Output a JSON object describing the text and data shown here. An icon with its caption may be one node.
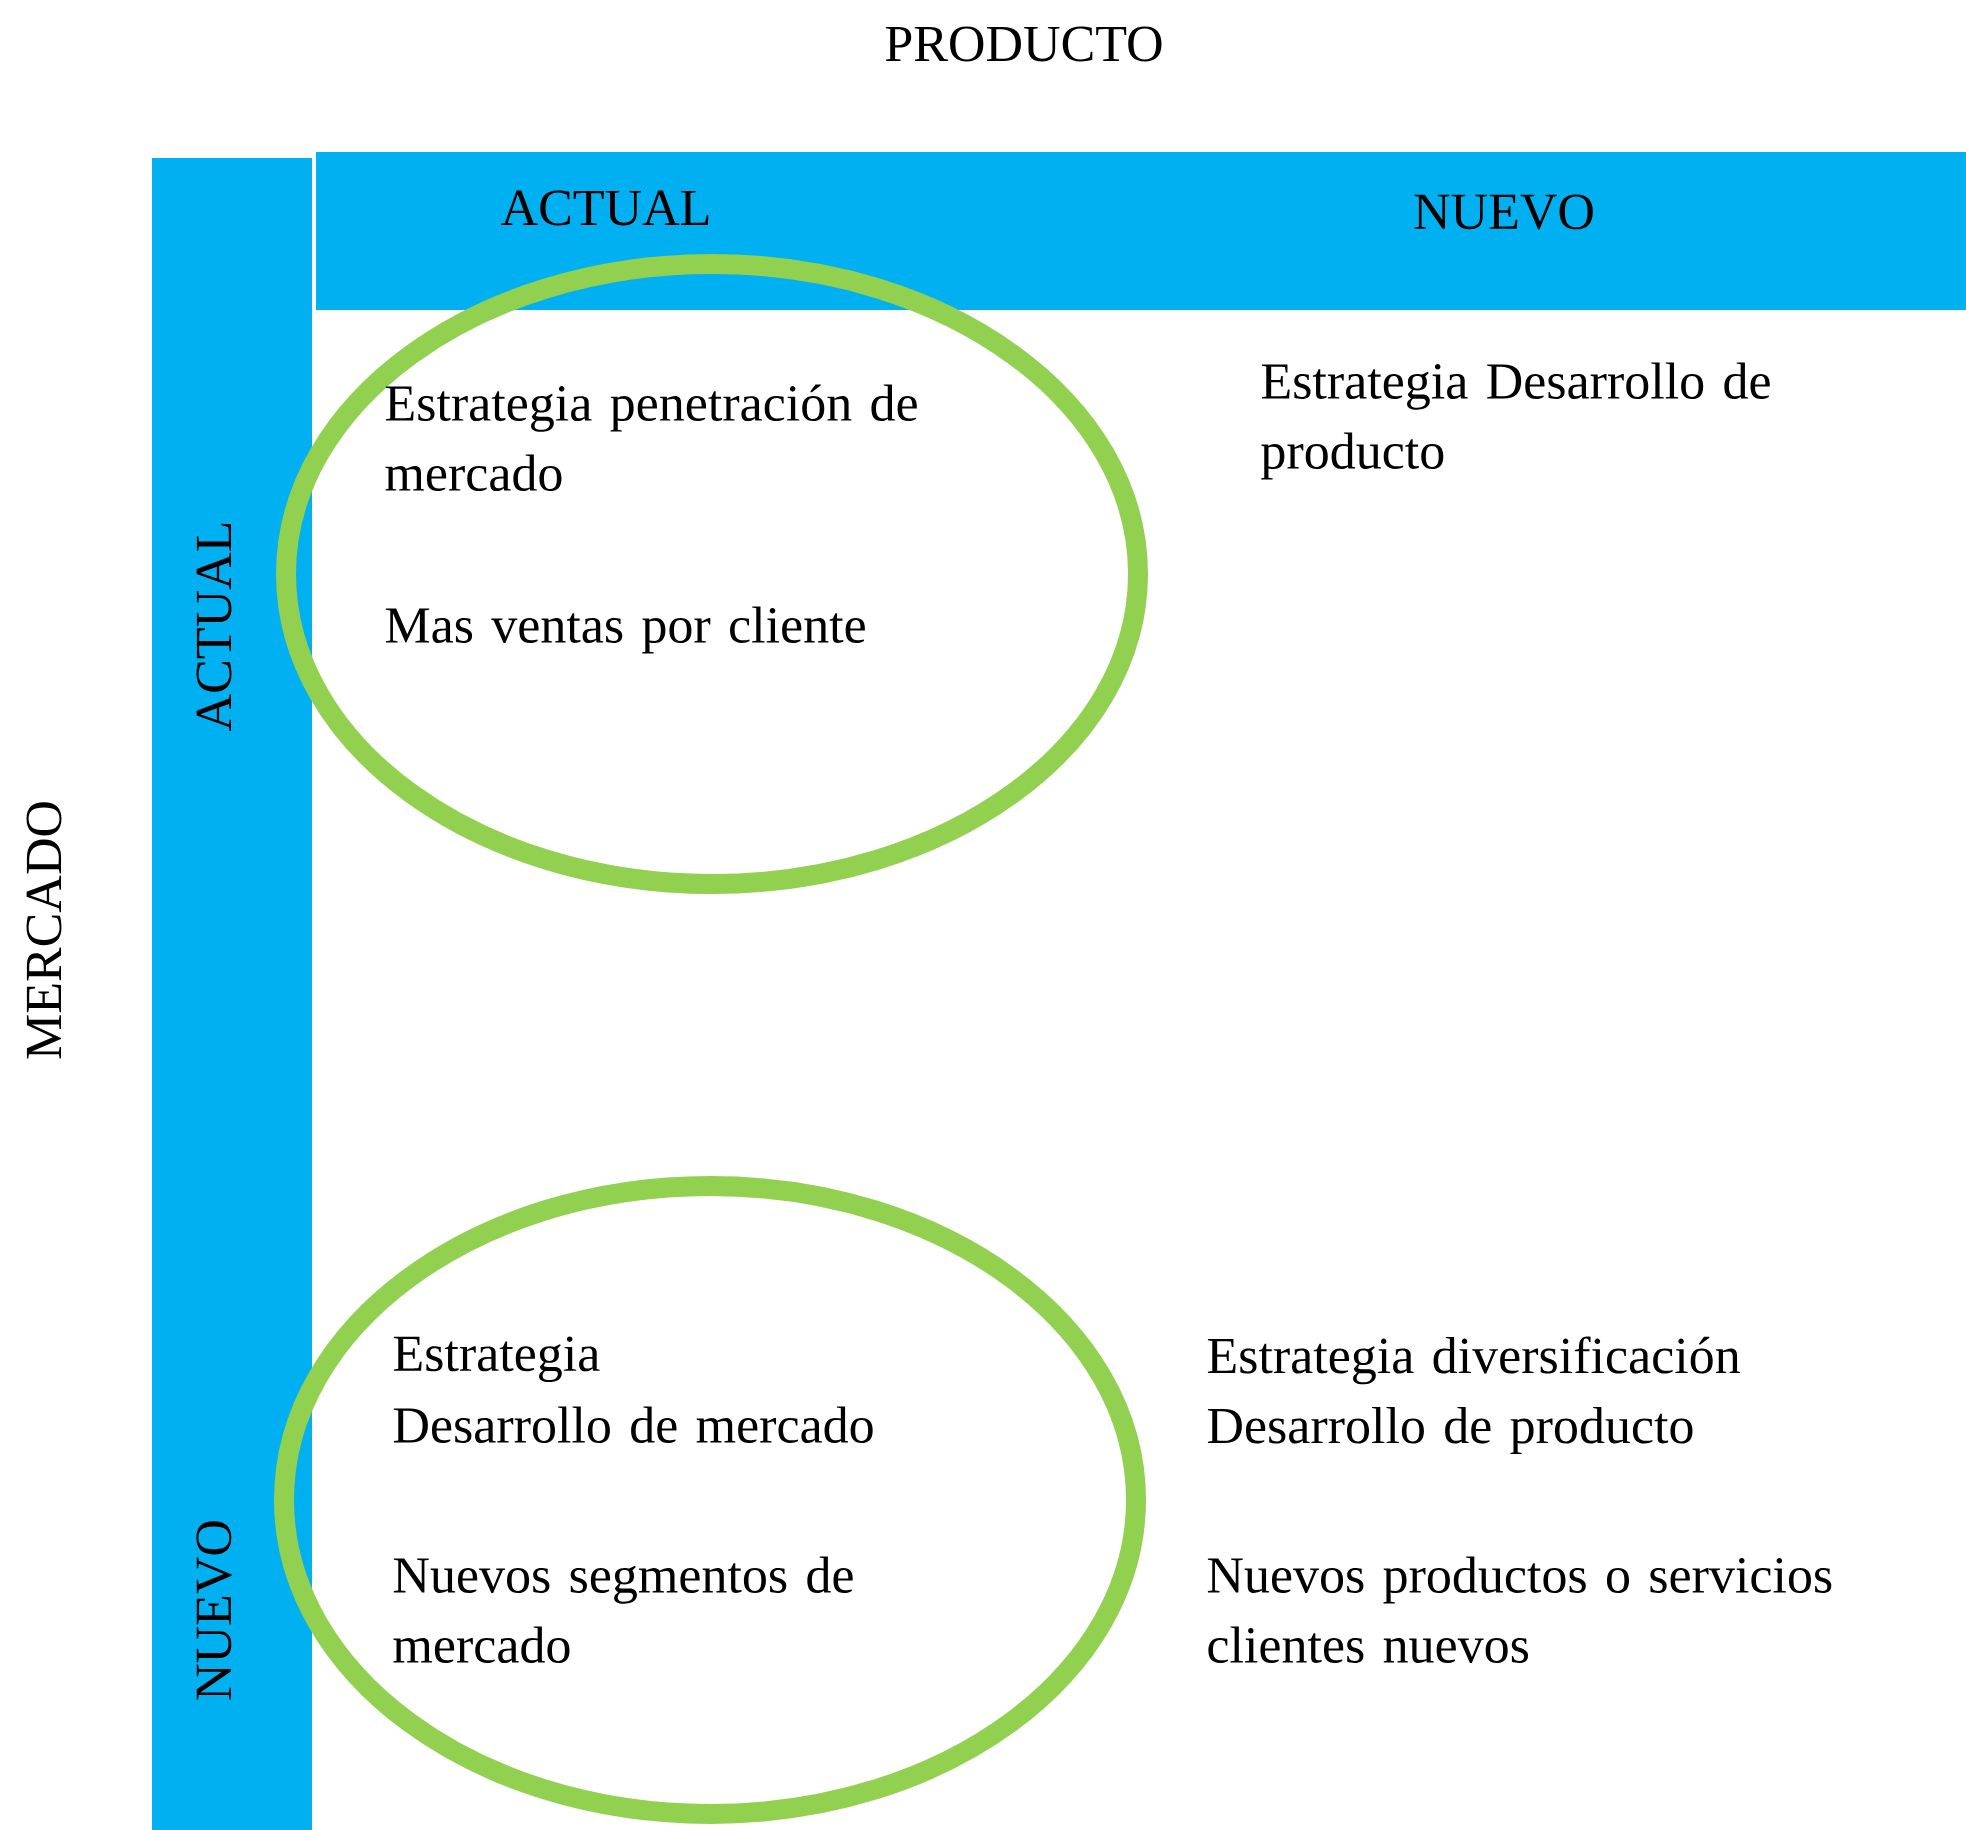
{
  "diagram": {
    "nodes": [
      {
        "text": [
          "ACTUAL",
          "NUEVO"
        ]
      },
      {
        "text": [
          "ACTUAL",
          "NUEVO"
        ]
      },
      {
        "text": [
          "Estrategia penetración de mercado",
          "Mas ventas por cliente"
        ]
      },
      {
        "text": [
          "Estrategia",
          "Desarrollo de mercado",
          "Nuevos segmentos de mercado"
        ]
      }
    ],
    "labels": [
      "PRODUCTO",
      "MERCADO",
      "Estrategia Desarrollo de producto",
      "Estrategia diversificación Desarrollo de producto",
      "Nuevos productos o servicios clientes nuevos"
    ]
  }
}
